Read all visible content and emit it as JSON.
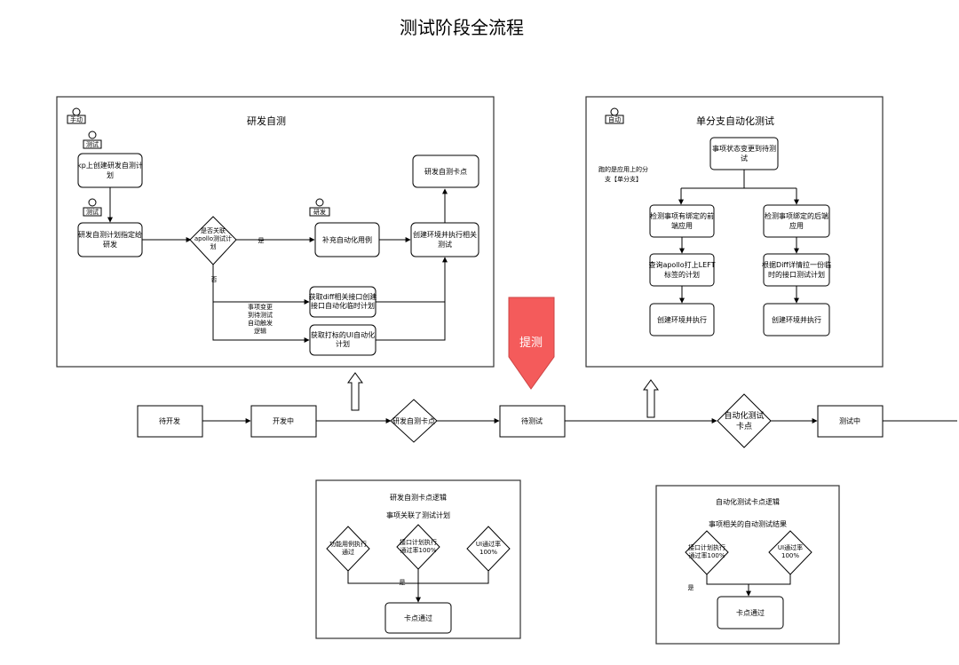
{
  "title": "测试阶段全流程",
  "left_panel": {
    "mode": "手动",
    "title": "研发自测",
    "role_test_1": "测试",
    "role_test_2": "测试",
    "role_dev": "研发",
    "n_create_plan": [
      "kp上创建研发自测计",
      "划"
    ],
    "n_assign": [
      "研发自测计划指定给",
      "研发"
    ],
    "n_decision": [
      "是否关联",
      "apollo测试计",
      "划"
    ],
    "yes_label": "是",
    "no_label": "否",
    "n_supplement": "补充自动化用例",
    "n_create_env": [
      "创建环境并执行相关",
      "测试"
    ],
    "n_checkpoint": "研发自测卡点",
    "n_diff": [
      "获取diff相关接口创建",
      "接口自动化临时计划"
    ],
    "n_ui_plan": [
      "获取打标的UI自动化",
      "计划"
    ],
    "side_note": [
      "事项变更",
      "到待测试",
      "自动触发",
      "逻辑"
    ]
  },
  "right_panel": {
    "mode": "自动",
    "title": "单分支自动化测试",
    "n_status": [
      "事项状态变更到待测",
      "试"
    ],
    "note": [
      "跑的是应用上的分",
      "支【单分支】"
    ],
    "n_frontend": [
      "检测事项有绑定的前",
      "端应用"
    ],
    "n_backend": [
      "检测事项绑定的后端",
      "应用"
    ],
    "n_apollo": [
      "查询apollo打上LEFT",
      "标签的计划"
    ],
    "n_diff": [
      "根据Diff详情拉一份临",
      "时的接口测试计划"
    ],
    "n_env1": "创建环境并执行",
    "n_env2": "创建环境并执行"
  },
  "banner": "提测",
  "main_flow": {
    "s1": "待开发",
    "s2": "开发中",
    "d1": "研发自测卡点",
    "s3": "待测试",
    "d2": [
      "自动化测试",
      "卡点"
    ],
    "s4": "测试中"
  },
  "bottom_left": {
    "title": "研发自测卡点逻辑",
    "subtitle": "事项关联了测试计划",
    "d1": [
      "功能用例执行",
      "通过"
    ],
    "d2": [
      "接口计划执行",
      "通过率100%"
    ],
    "d3": [
      "UI通过率",
      "100%"
    ],
    "yes": "是",
    "result": "卡点通过"
  },
  "bottom_right": {
    "title": "自动化测试卡点逻辑",
    "subtitle": "事项相关的自动测试结果",
    "d1": [
      "接口计划执行",
      "通过率100%"
    ],
    "d2": [
      "UI通过率",
      "100%"
    ],
    "yes": "是",
    "result": "卡点通过"
  }
}
